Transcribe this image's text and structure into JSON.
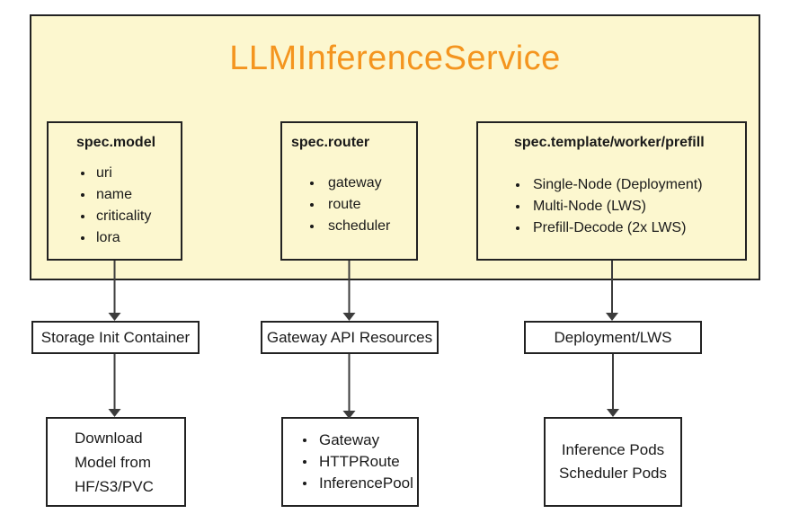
{
  "colors": {
    "page_bg": "#FFFFFF",
    "container_fill": "#FCF7CF",
    "title_text": "#F4951F",
    "box_border": "#222222",
    "arrow": "#3C3C3C",
    "text": "#1A1A1A"
  },
  "container": {
    "title": "LLMInferenceService"
  },
  "spec_boxes": [
    {
      "heading": "spec.model",
      "items": [
        "uri",
        "name",
        "criticality",
        "lora"
      ]
    },
    {
      "heading": "spec.router",
      "items": [
        "gateway",
        "route",
        "scheduler"
      ]
    },
    {
      "heading": "spec.template/worker/prefill",
      "items": [
        "Single-Node (Deployment)",
        "Multi-Node (LWS)",
        "Prefill-Decode (2x LWS)"
      ]
    }
  ],
  "flow_columns": [
    {
      "resource_label": "Storage Init Container",
      "result_lines": [
        "Download",
        "Model from",
        "HF/S3/PVC"
      ]
    },
    {
      "resource_label": "Gateway API Resources",
      "result_items": [
        "Gateway",
        "HTTPRoute",
        "InferencePool"
      ]
    },
    {
      "resource_label": "Deployment/LWS",
      "result_lines": [
        "Inference Pods",
        "Scheduler Pods"
      ]
    }
  ]
}
